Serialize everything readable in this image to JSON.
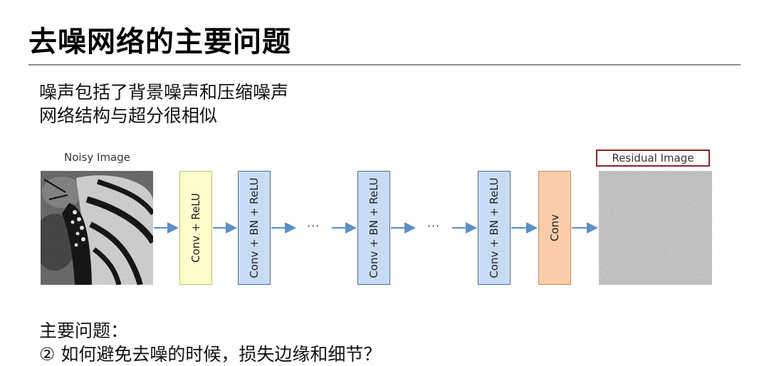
{
  "title": "去噪网络的主要问题",
  "bullets": [
    "噪声包括了背景噪声和压缩噪声",
    "网络结构与超分很相似"
  ],
  "diagram": {
    "input_label": "Noisy Image",
    "output_label": "Residual Image",
    "layers": [
      "Conv + ReLU",
      "Conv + BN + ReLU",
      "Conv + BN + ReLU",
      "Conv + BN + ReLU",
      "Conv"
    ],
    "ellipsis": "···",
    "colors": {
      "first_layer": "#fffccb",
      "middle_layers": "#c7dcf4",
      "last_layer": "#f9cda7",
      "arrows": "#5b8fc6",
      "output_label_border": "#8b2323"
    }
  },
  "problems": {
    "heading": "主要问题：",
    "item1": "② 如何避免去噪的时候，损失边缘和细节？"
  }
}
